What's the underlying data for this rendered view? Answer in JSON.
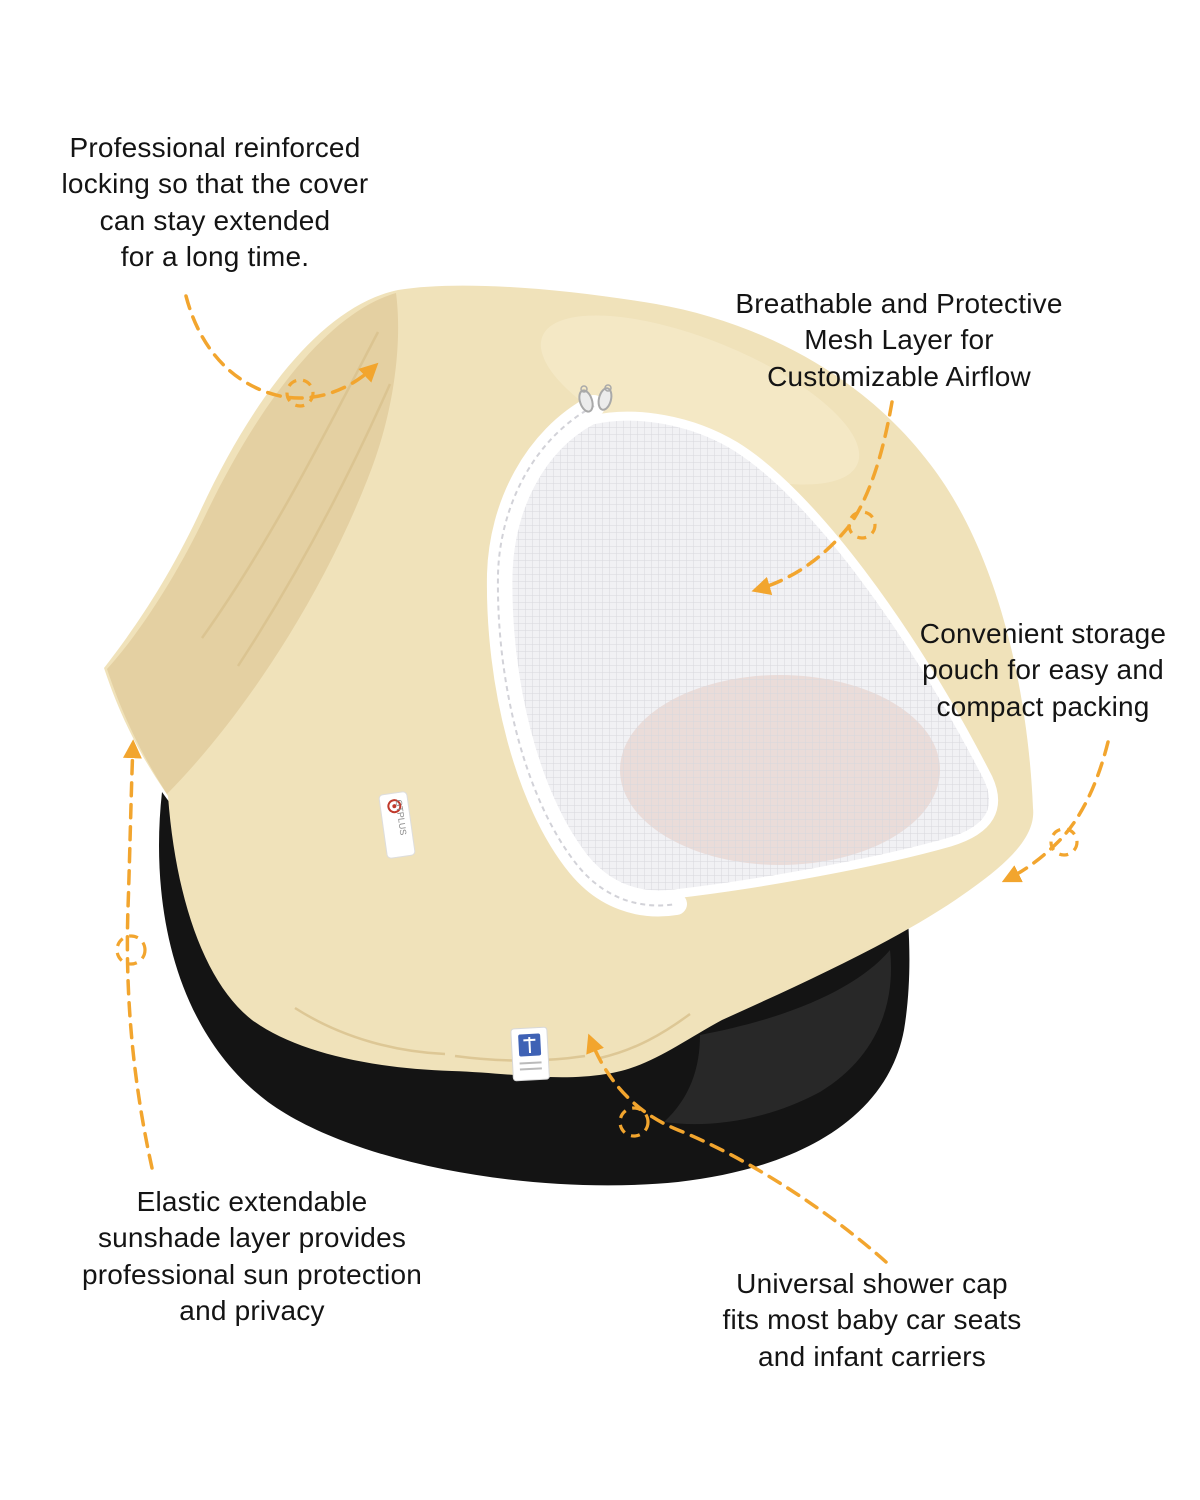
{
  "colors": {
    "accent": "#F2A52E",
    "cover": "#F0E2BA",
    "cover_shade": "#E4D0A2",
    "base": "#141414",
    "mesh": "#F1F1F4",
    "text": "#141414"
  },
  "callouts": {
    "reinforced_locking": "Professional reinforced\nlocking so that the cover\ncan stay extended\nfor a long time.",
    "mesh_layer": "Breathable and Protective\nMesh Layer for\nCustomizable Airflow",
    "storage_pouch": "Convenient storage\npouch for easy and\ncompact packing",
    "sunshade": "Elastic extendable\nsunshade layer provides\nprofessional sun protection\nand privacy",
    "shower_cap": "Universal shower cap\nfits most baby car seats\nand infant carriers"
  },
  "product": {
    "brand_tag": "GTPLUS"
  }
}
